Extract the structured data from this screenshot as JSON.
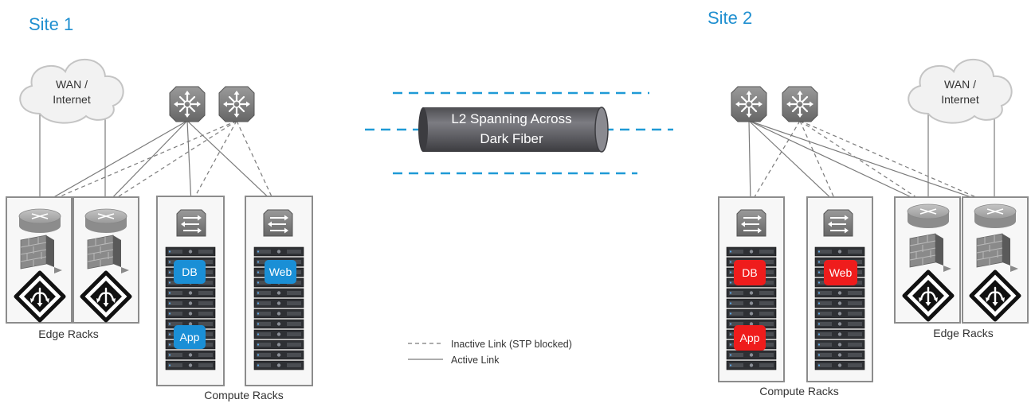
{
  "sites": [
    {
      "title": "Site 1",
      "cloud_text": [
        "WAN /",
        "Internet"
      ],
      "edge_label": "Edge Racks",
      "compute_label": "Compute Racks",
      "badges": [
        "DB",
        "App",
        "Web"
      ]
    },
    {
      "title": "Site 2",
      "cloud_text": [
        "WAN /",
        "Internet"
      ],
      "edge_label": "Edge Racks",
      "compute_label": "Compute Racks",
      "badges": [
        "DB",
        "App",
        "Web"
      ]
    }
  ],
  "interconnect": {
    "label_line1": "L2 Spanning Across",
    "label_line2": "Dark Fiber"
  },
  "legend": {
    "inactive": "Inactive Link (STP blocked)",
    "active": "Active Link"
  },
  "colors": {
    "site1_badge": "#1a8fd6",
    "site2_badge": "#ef1c1c",
    "title": "#1f8fd0",
    "fiber_dash": "#1f9ad6",
    "tube": "#6b6b70"
  },
  "icons": [
    "cloud-icon",
    "core-switch-icon",
    "router-icon",
    "firewall-icon",
    "load-balancer-icon",
    "tor-switch-icon",
    "server-unit-icon"
  ]
}
